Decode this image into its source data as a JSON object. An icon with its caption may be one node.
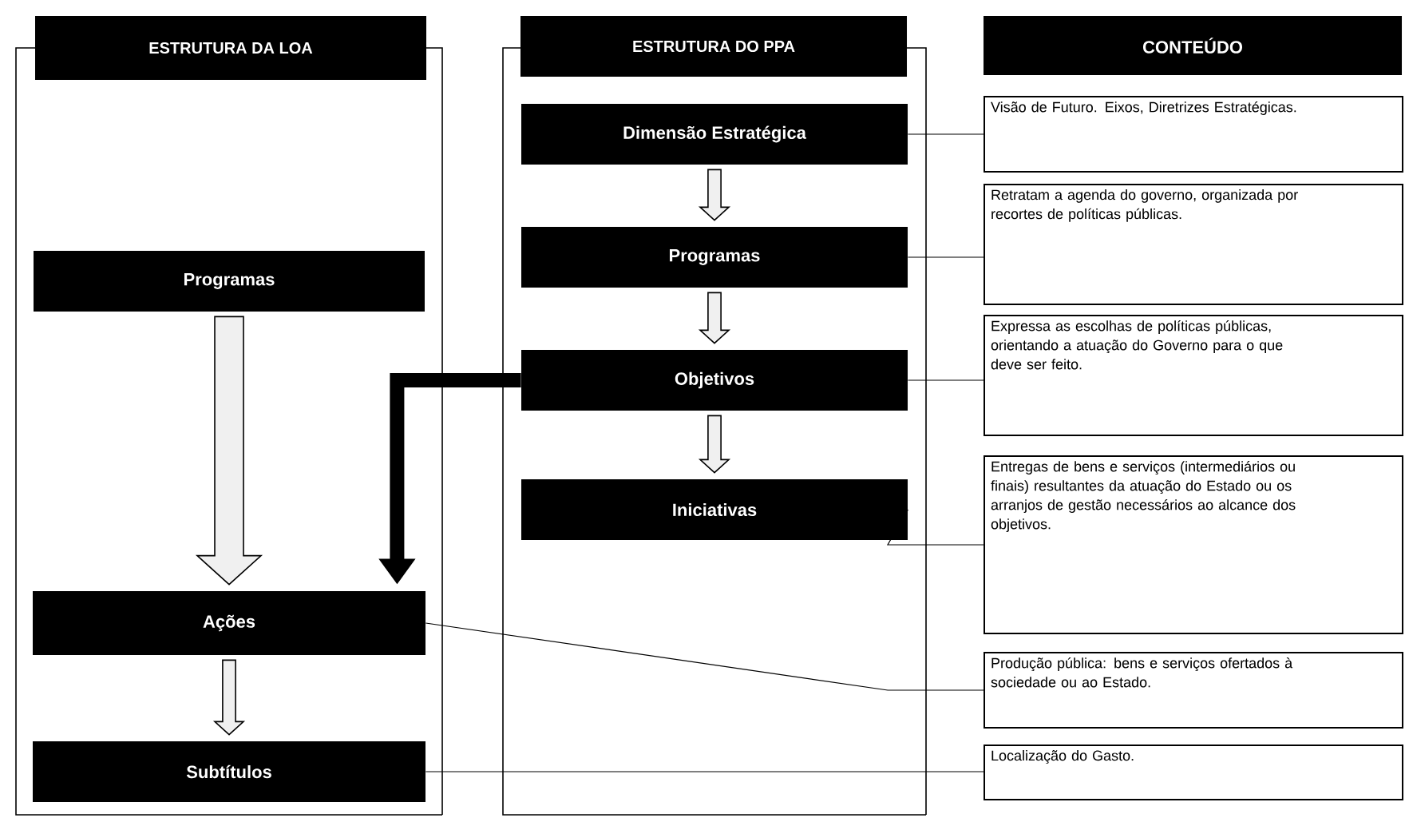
{
  "diagram": {
    "nodes": [
      {
        "text": [
          "ESTRUTURA DA LOA"
        ]
      },
      {
        "text": [
          "Programas"
        ],
        "in": 0
      },
      {
        "text": [
          "Ações"
        ],
        "in": 0
      },
      {
        "text": [
          "Subtítulos"
        ],
        "in": 0
      },
      {
        "text": [
          "ESTRUTURA DO PPA"
        ]
      },
      {
        "text": [
          "Dimensão Estratégica"
        ],
        "in": 4
      },
      {
        "text": [
          "Programas"
        ],
        "in": 4
      },
      {
        "text": [
          "Objetivos"
        ],
        "in": 4
      },
      {
        "text": [
          "Iniciativas"
        ],
        "in": 4
      },
      {
        "text": [
          "CONTEÚDO"
        ]
      },
      {
        "text": [
          "Visão de Futuro. Eixos, Diretrizes Estratégicas."
        ]
      },
      {
        "text": [
          "Retratam a agenda do governo, organizada por recortes de políticas públicas."
        ]
      },
      {
        "text": [
          "Expressa as escolhas de políticas públicas, orientando a atuação do Governo para o que deve ser feito."
        ]
      },
      {
        "text": [
          "Entregas de bens e serviços (intermediários ou finais) resultantes da atuação do Estado ou os arranjos de gestão necessários ao alcance dos objetivos."
        ]
      },
      {
        "text": [
          "Produção pública: bens e serviços ofertados à sociedade ou ao Estado."
        ]
      },
      {
        "text": [
          "Localização do Gasto."
        ]
      }
    ],
    "edges": [
      {
        "from": 1,
        "to": 2,
        "arrow": "to"
      },
      {
        "from": 2,
        "to": 3,
        "arrow": "to"
      },
      {
        "from": 5,
        "to": 6,
        "arrow": "to"
      },
      {
        "from": 6,
        "to": 7,
        "arrow": "to"
      },
      {
        "from": 7,
        "to": 8,
        "arrow": "to"
      },
      {
        "from": 7,
        "to": 2,
        "arrow": "to",
        "style": "thick"
      },
      {
        "from": 5,
        "to": 10,
        "arrow": "none"
      },
      {
        "from": 6,
        "to": 11,
        "arrow": "none"
      },
      {
        "from": 7,
        "to": 12,
        "arrow": "none"
      },
      {
        "from": 8,
        "to": 13,
        "arrow": "none"
      },
      {
        "from": 2,
        "to": 14,
        "arrow": "none"
      },
      {
        "from": 3,
        "to": 15,
        "arrow": "none"
      }
    ]
  }
}
